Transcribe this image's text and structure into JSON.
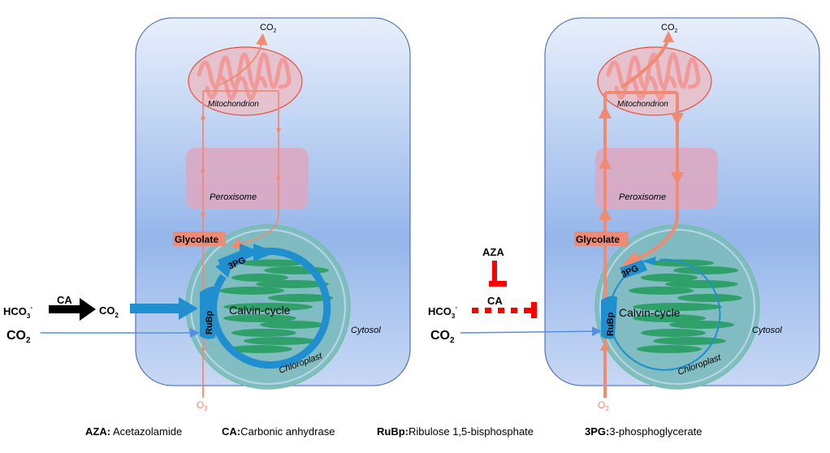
{
  "colors": {
    "cell_top": "#e6eefb",
    "cell_mid": "#95b6ea",
    "photoresp": "#f08a70",
    "cycle_blue": "#1f8fd0",
    "inhibit": "#ff0000",
    "thylakoid": "#2fa06a"
  },
  "left_panel": {
    "co2_top": {
      "base": "CO",
      "sub": "2"
    },
    "mitochondrion": "Mitochondrion",
    "peroxisome": "Peroxisome",
    "glycolate": "Glycolate",
    "threepg": "3PG",
    "rubp": "RuBp",
    "calvin": "Calvin-cycle",
    "chloroplast": "Chloroplast",
    "cytosol": "Cytosol",
    "o2": {
      "base": "O",
      "sub": "2"
    },
    "hco3": {
      "base": "HCO",
      "sub": "3",
      "sup": "-"
    },
    "ca": "CA",
    "co2_mid": {
      "base": "CO",
      "sub": "2"
    },
    "co2_in": {
      "base": "CO",
      "sub": "2"
    }
  },
  "right_panel": {
    "co2_top": {
      "base": "CO",
      "sub": "2"
    },
    "mitochondrion": "Mitochondrion",
    "peroxisome": "Peroxisome",
    "glycolate": "Glycolate",
    "threepg": "3PG",
    "rubp": "RuBp",
    "calvin": "Calvin-cycle",
    "chloroplast": "Chloroplast",
    "cytosol": "Cytosol",
    "o2": {
      "base": "O",
      "sub": "2"
    },
    "aza": "AZA",
    "hco3": {
      "base": "HCO",
      "sub": "3",
      "sup": "-"
    },
    "ca": "CA",
    "co2_in": {
      "base": "CO",
      "sub": "2"
    }
  },
  "legend": [
    {
      "abbr": "AZA:",
      "full": " Acetazolamide"
    },
    {
      "abbr": "CA:",
      "full": "Carbonic anhydrase"
    },
    {
      "abbr": "RuBp:",
      "full": "Ribulose 1,5-bisphosphate"
    },
    {
      "abbr": "3PG:",
      "full": "3-phosphoglycerate"
    }
  ]
}
